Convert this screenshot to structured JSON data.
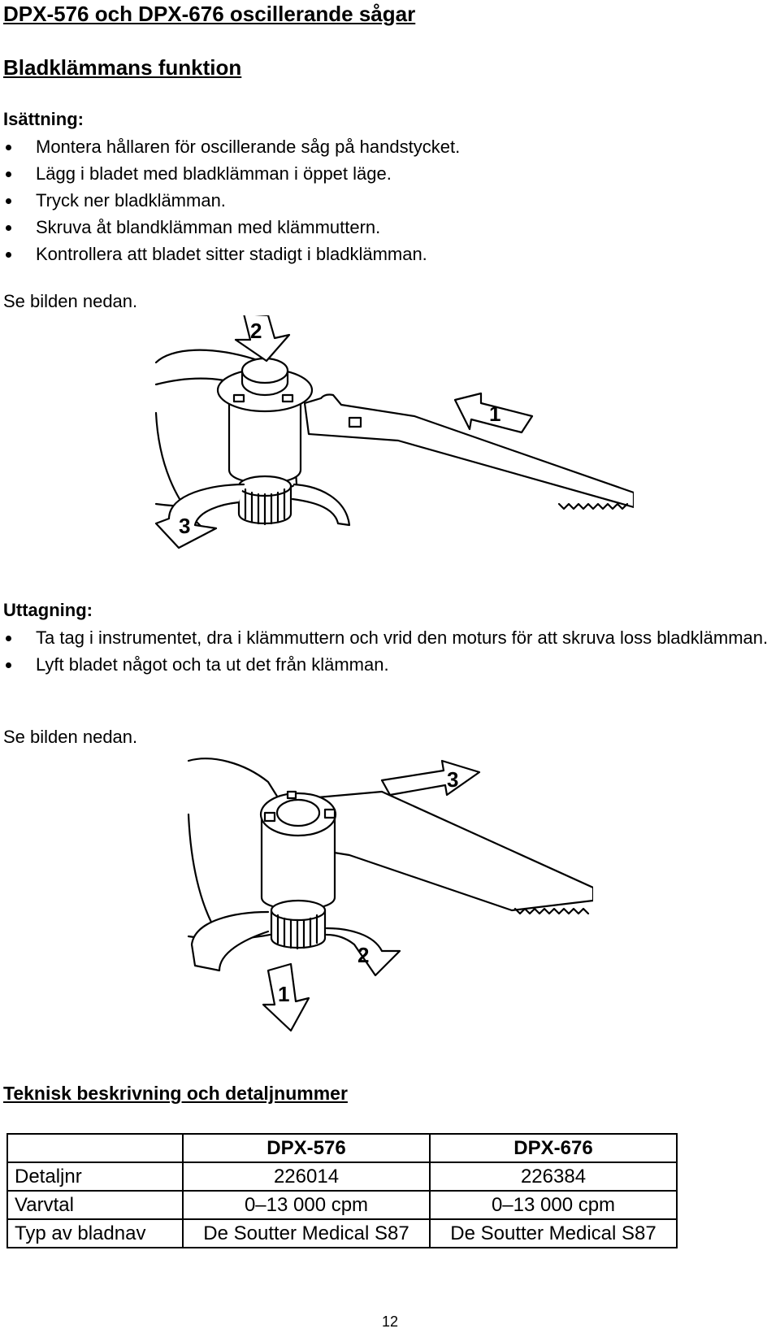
{
  "title": "DPX-576 och DPX-676 oscillerande sågar",
  "section_title": "Bladklämmans funktion",
  "insertion": {
    "heading": "Isättning:",
    "steps": [
      "Montera hållaren för oscillerande såg på handstycket.",
      "Lägg i bladet med bladklämman i öppet läge.",
      "Tryck ner bladklämman.",
      "Skruva åt blandklämman med klämmuttern.",
      "Kontrollera att bladet sitter stadigt i bladklämman."
    ],
    "see_figure": "Se bilden nedan.",
    "figure_labels": [
      "2",
      "1",
      "3"
    ]
  },
  "removal": {
    "heading": "Uttagning:",
    "steps": [
      "Ta tag i instrumentet, dra i klämmuttern och vrid den moturs för att skruva loss bladklämman.",
      "Lyft bladet något och ta ut det från klämman."
    ],
    "see_figure": "Se bilden nedan.",
    "figure_labels": [
      "3",
      "2",
      "1"
    ]
  },
  "spec": {
    "title": "Teknisk beskrivning och detaljnummer",
    "columns": [
      "",
      "DPX-576",
      "DPX-676"
    ],
    "rows": [
      [
        "Detaljnr",
        "226014",
        "226384"
      ],
      [
        "Varvtal",
        "0–13 000 cpm",
        "0–13 000 cpm"
      ],
      [
        "Typ av bladnav",
        "De Soutter Medical S87",
        "De Soutter Medical S87"
      ]
    ]
  },
  "page_number": "12"
}
